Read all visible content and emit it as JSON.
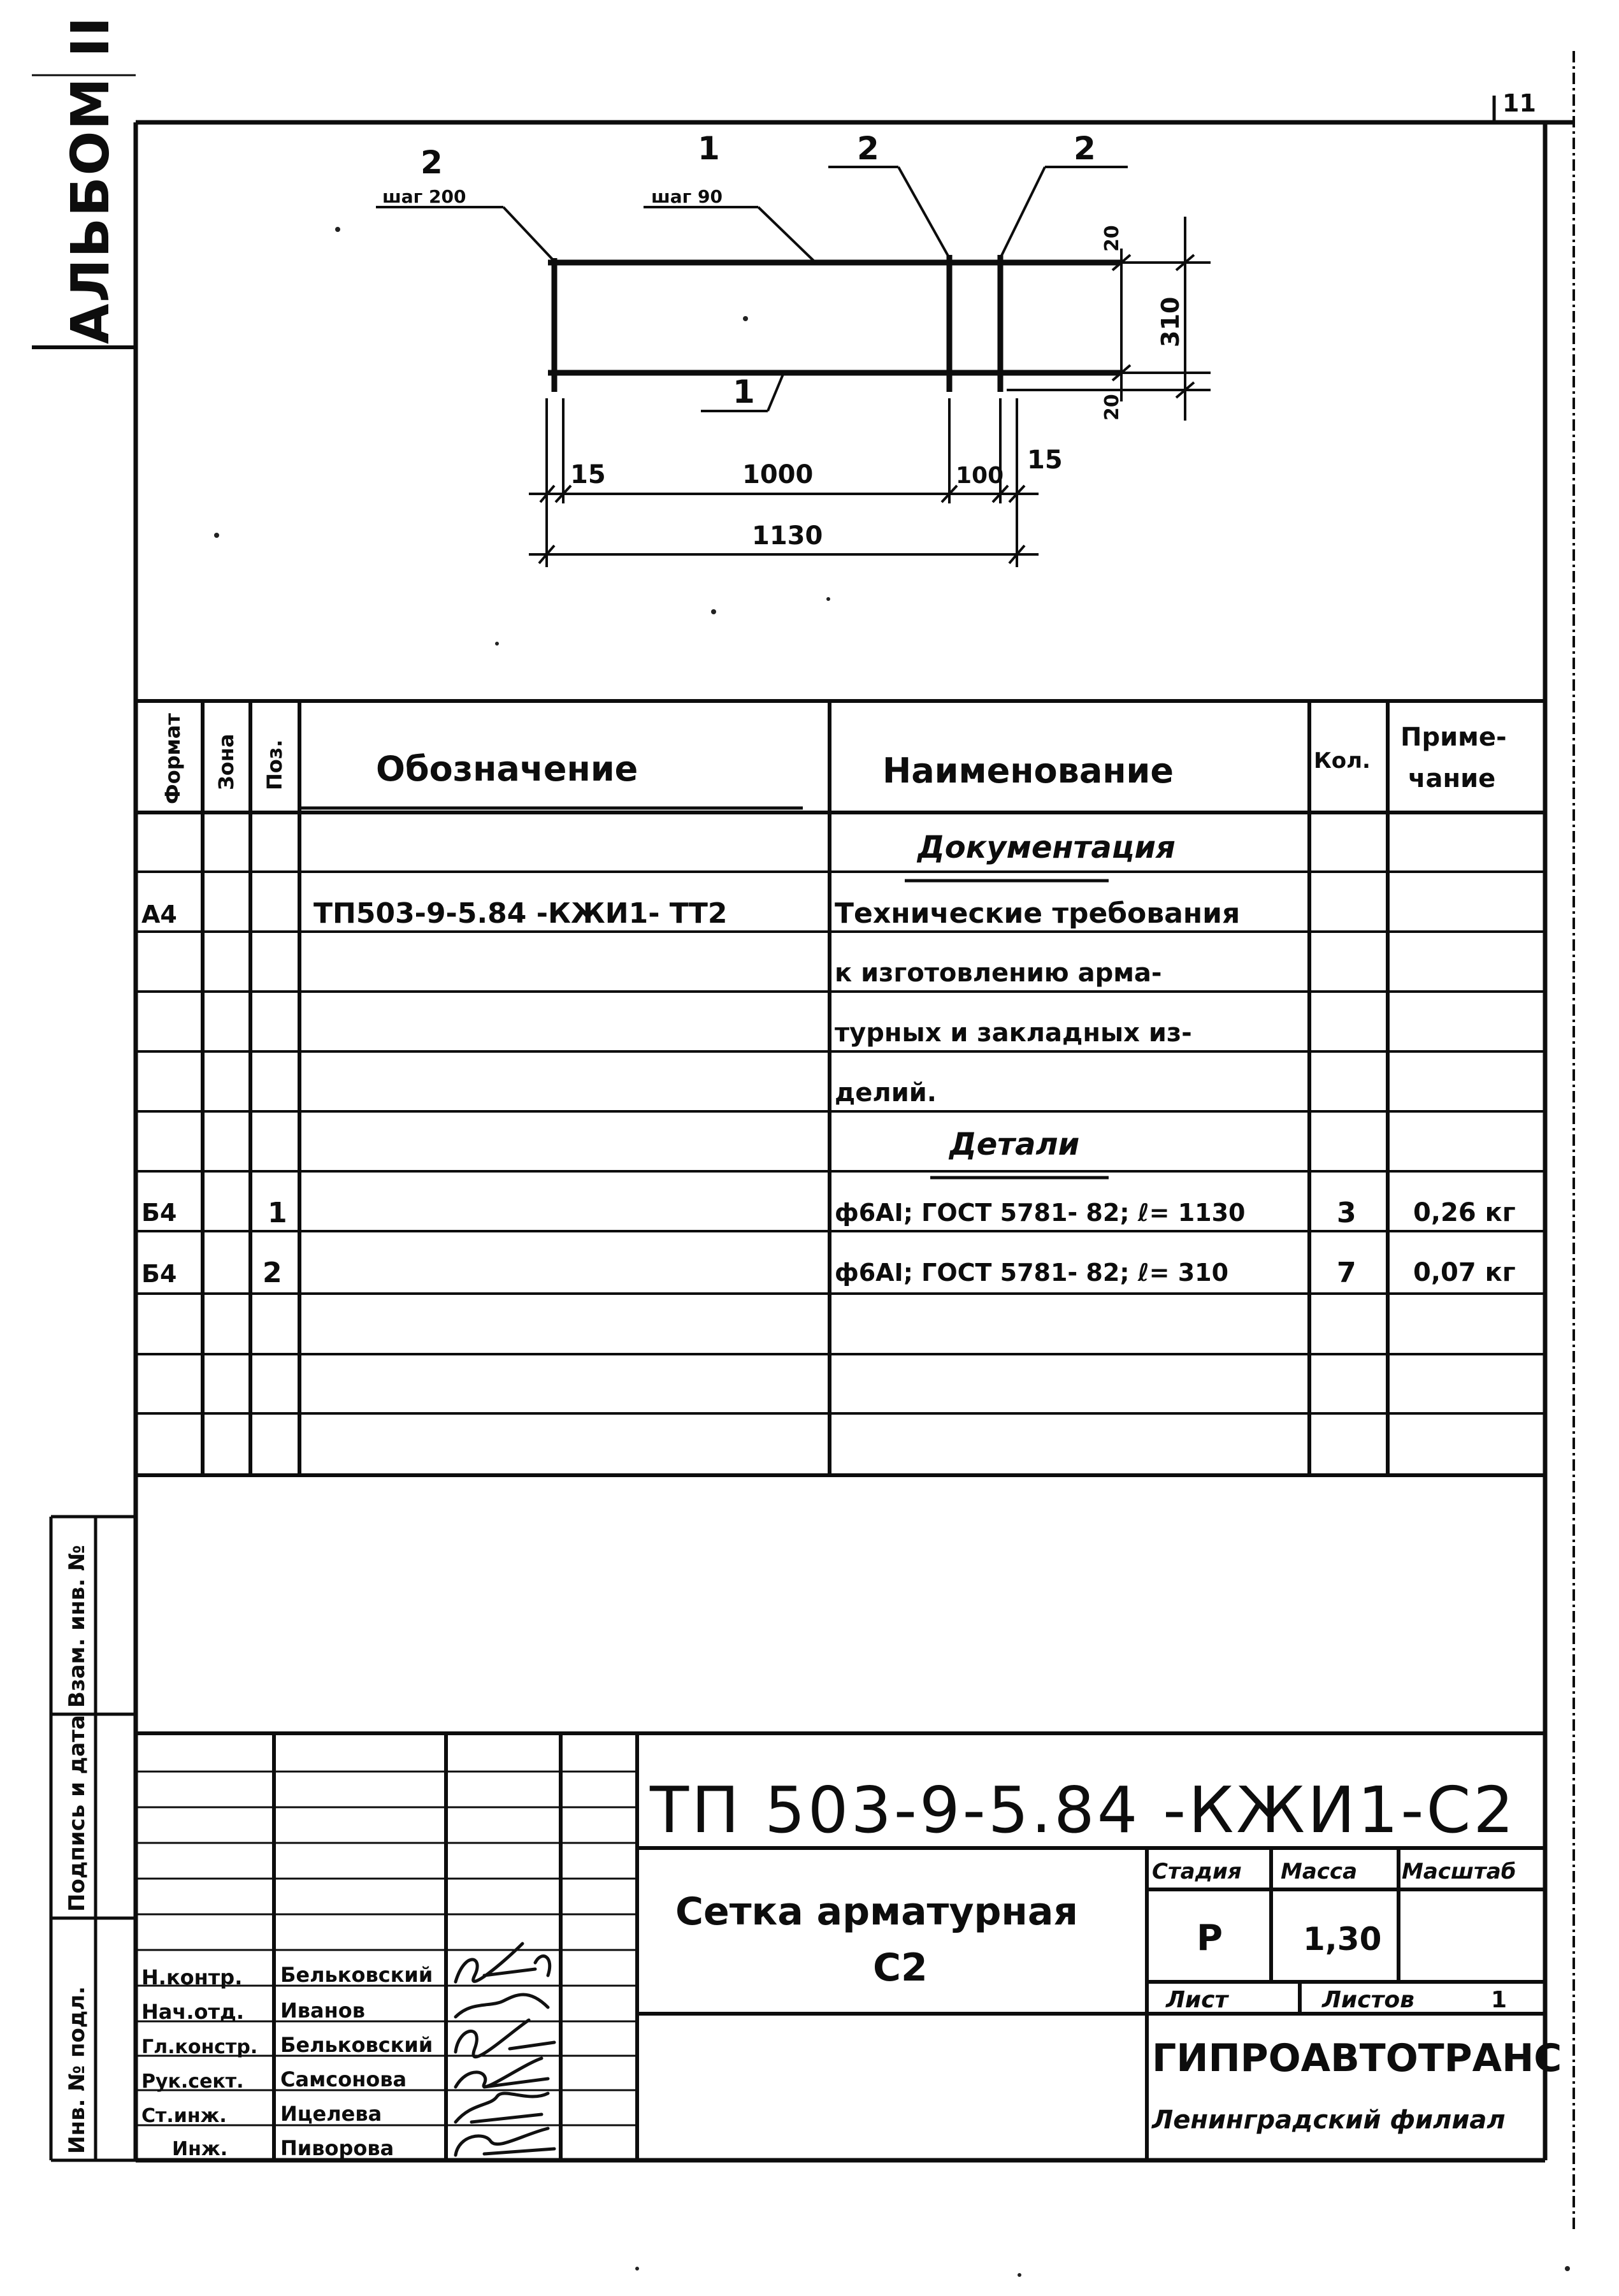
{
  "sheet_number": "11",
  "album_label": "АЛЬБОМ II",
  "side_stamps": {
    "inv_no_podl": "Инв. № подл.",
    "podpis_data": "Подпись и дата",
    "vzam_inv": "Взам. инв. №"
  },
  "drawing": {
    "callouts": [
      {
        "pos": "2",
        "sub": "шаг 200"
      },
      {
        "pos": "1",
        "sub": "шаг 90"
      },
      {
        "pos": "2",
        "sub": ""
      },
      {
        "pos": "2",
        "sub": ""
      },
      {
        "pos": "1",
        "sub": ""
      }
    ],
    "dimensions": {
      "left_margin": "15",
      "main_span": "1000",
      "small_span": "100",
      "right_margin": "15",
      "total_length": "1130",
      "height": "310",
      "top_offset": "20",
      "bottom_offset": "20"
    }
  },
  "spec_table": {
    "headers": {
      "format": "Формат",
      "zone": "Зона",
      "pos": "Поз.",
      "designation": "Обозначение",
      "name": "Наименование",
      "qty": "Кол.",
      "note_line1": "Приме-",
      "note_line2": "чание"
    },
    "rows": [
      {
        "format": "",
        "zone": "",
        "pos": "",
        "designation": "",
        "name": "Документация",
        "qty": "",
        "note": "",
        "style": "section"
      },
      {
        "format": "А4",
        "zone": "",
        "pos": "",
        "designation": "ТП503-9-5.84  -КЖИ1- ТТ2",
        "name": "Технические требования",
        "qty": "",
        "note": "",
        "style": ""
      },
      {
        "format": "",
        "zone": "",
        "pos": "",
        "designation": "",
        "name": "к изготовлению арма-",
        "qty": "",
        "note": "",
        "style": ""
      },
      {
        "format": "",
        "zone": "",
        "pos": "",
        "designation": "",
        "name": "турных и закладных из-",
        "qty": "",
        "note": "",
        "style": ""
      },
      {
        "format": "",
        "zone": "",
        "pos": "",
        "designation": "",
        "name": "делий.",
        "qty": "",
        "note": "",
        "style": ""
      },
      {
        "format": "",
        "zone": "",
        "pos": "",
        "designation": "",
        "name": "Детали",
        "qty": "",
        "note": "",
        "style": "section"
      },
      {
        "format": "Б4",
        "zone": "",
        "pos": "1",
        "designation": "",
        "name": "ф6АI; ГОСТ 5781- 82;  ℓ= 1130",
        "qty": "3",
        "note": "0,26 кг",
        "style": ""
      },
      {
        "format": "Б4",
        "zone": "",
        "pos": "2",
        "designation": "",
        "name": "ф6АI; ГОСТ 5781- 82;  ℓ= 310",
        "qty": "7",
        "note": "0,07 кг",
        "style": ""
      },
      {
        "format": "",
        "zone": "",
        "pos": "",
        "designation": "",
        "name": "",
        "qty": "",
        "note": "",
        "style": ""
      },
      {
        "format": "",
        "zone": "",
        "pos": "",
        "designation": "",
        "name": "",
        "qty": "",
        "note": "",
        "style": ""
      },
      {
        "format": "",
        "zone": "",
        "pos": "",
        "designation": "",
        "name": "",
        "qty": "",
        "note": "",
        "style": ""
      }
    ]
  },
  "title_block": {
    "document_code": "ТП 503-9-5.84  -КЖИ1-С2",
    "title_line1": "Сетка арматурная",
    "title_line2": "С2",
    "stage_label": "Стадия",
    "mass_label": "Масса",
    "scale_label": "Масштаб",
    "stage": "Р",
    "mass": "1,30",
    "scale": "",
    "sheet_label": "Лист",
    "sheets_label": "Листов",
    "sheets_count": "1",
    "org_name": "ГИПРОАВТОТРАНС",
    "org_branch": "Ленинградский филиал",
    "signatories": [
      {
        "role": "Н.контр.",
        "name": "Бельковский"
      },
      {
        "role": "Нач.отд.",
        "name": "Иванов"
      },
      {
        "role": "Гл.констр.",
        "name": "Бельковский"
      },
      {
        "role": "Рук.сект.",
        "name": "Самсонова"
      },
      {
        "role": "Ст.инж.",
        "name": "Ицелева"
      },
      {
        "role": "Инж.",
        "name": "Пиворова"
      }
    ]
  }
}
